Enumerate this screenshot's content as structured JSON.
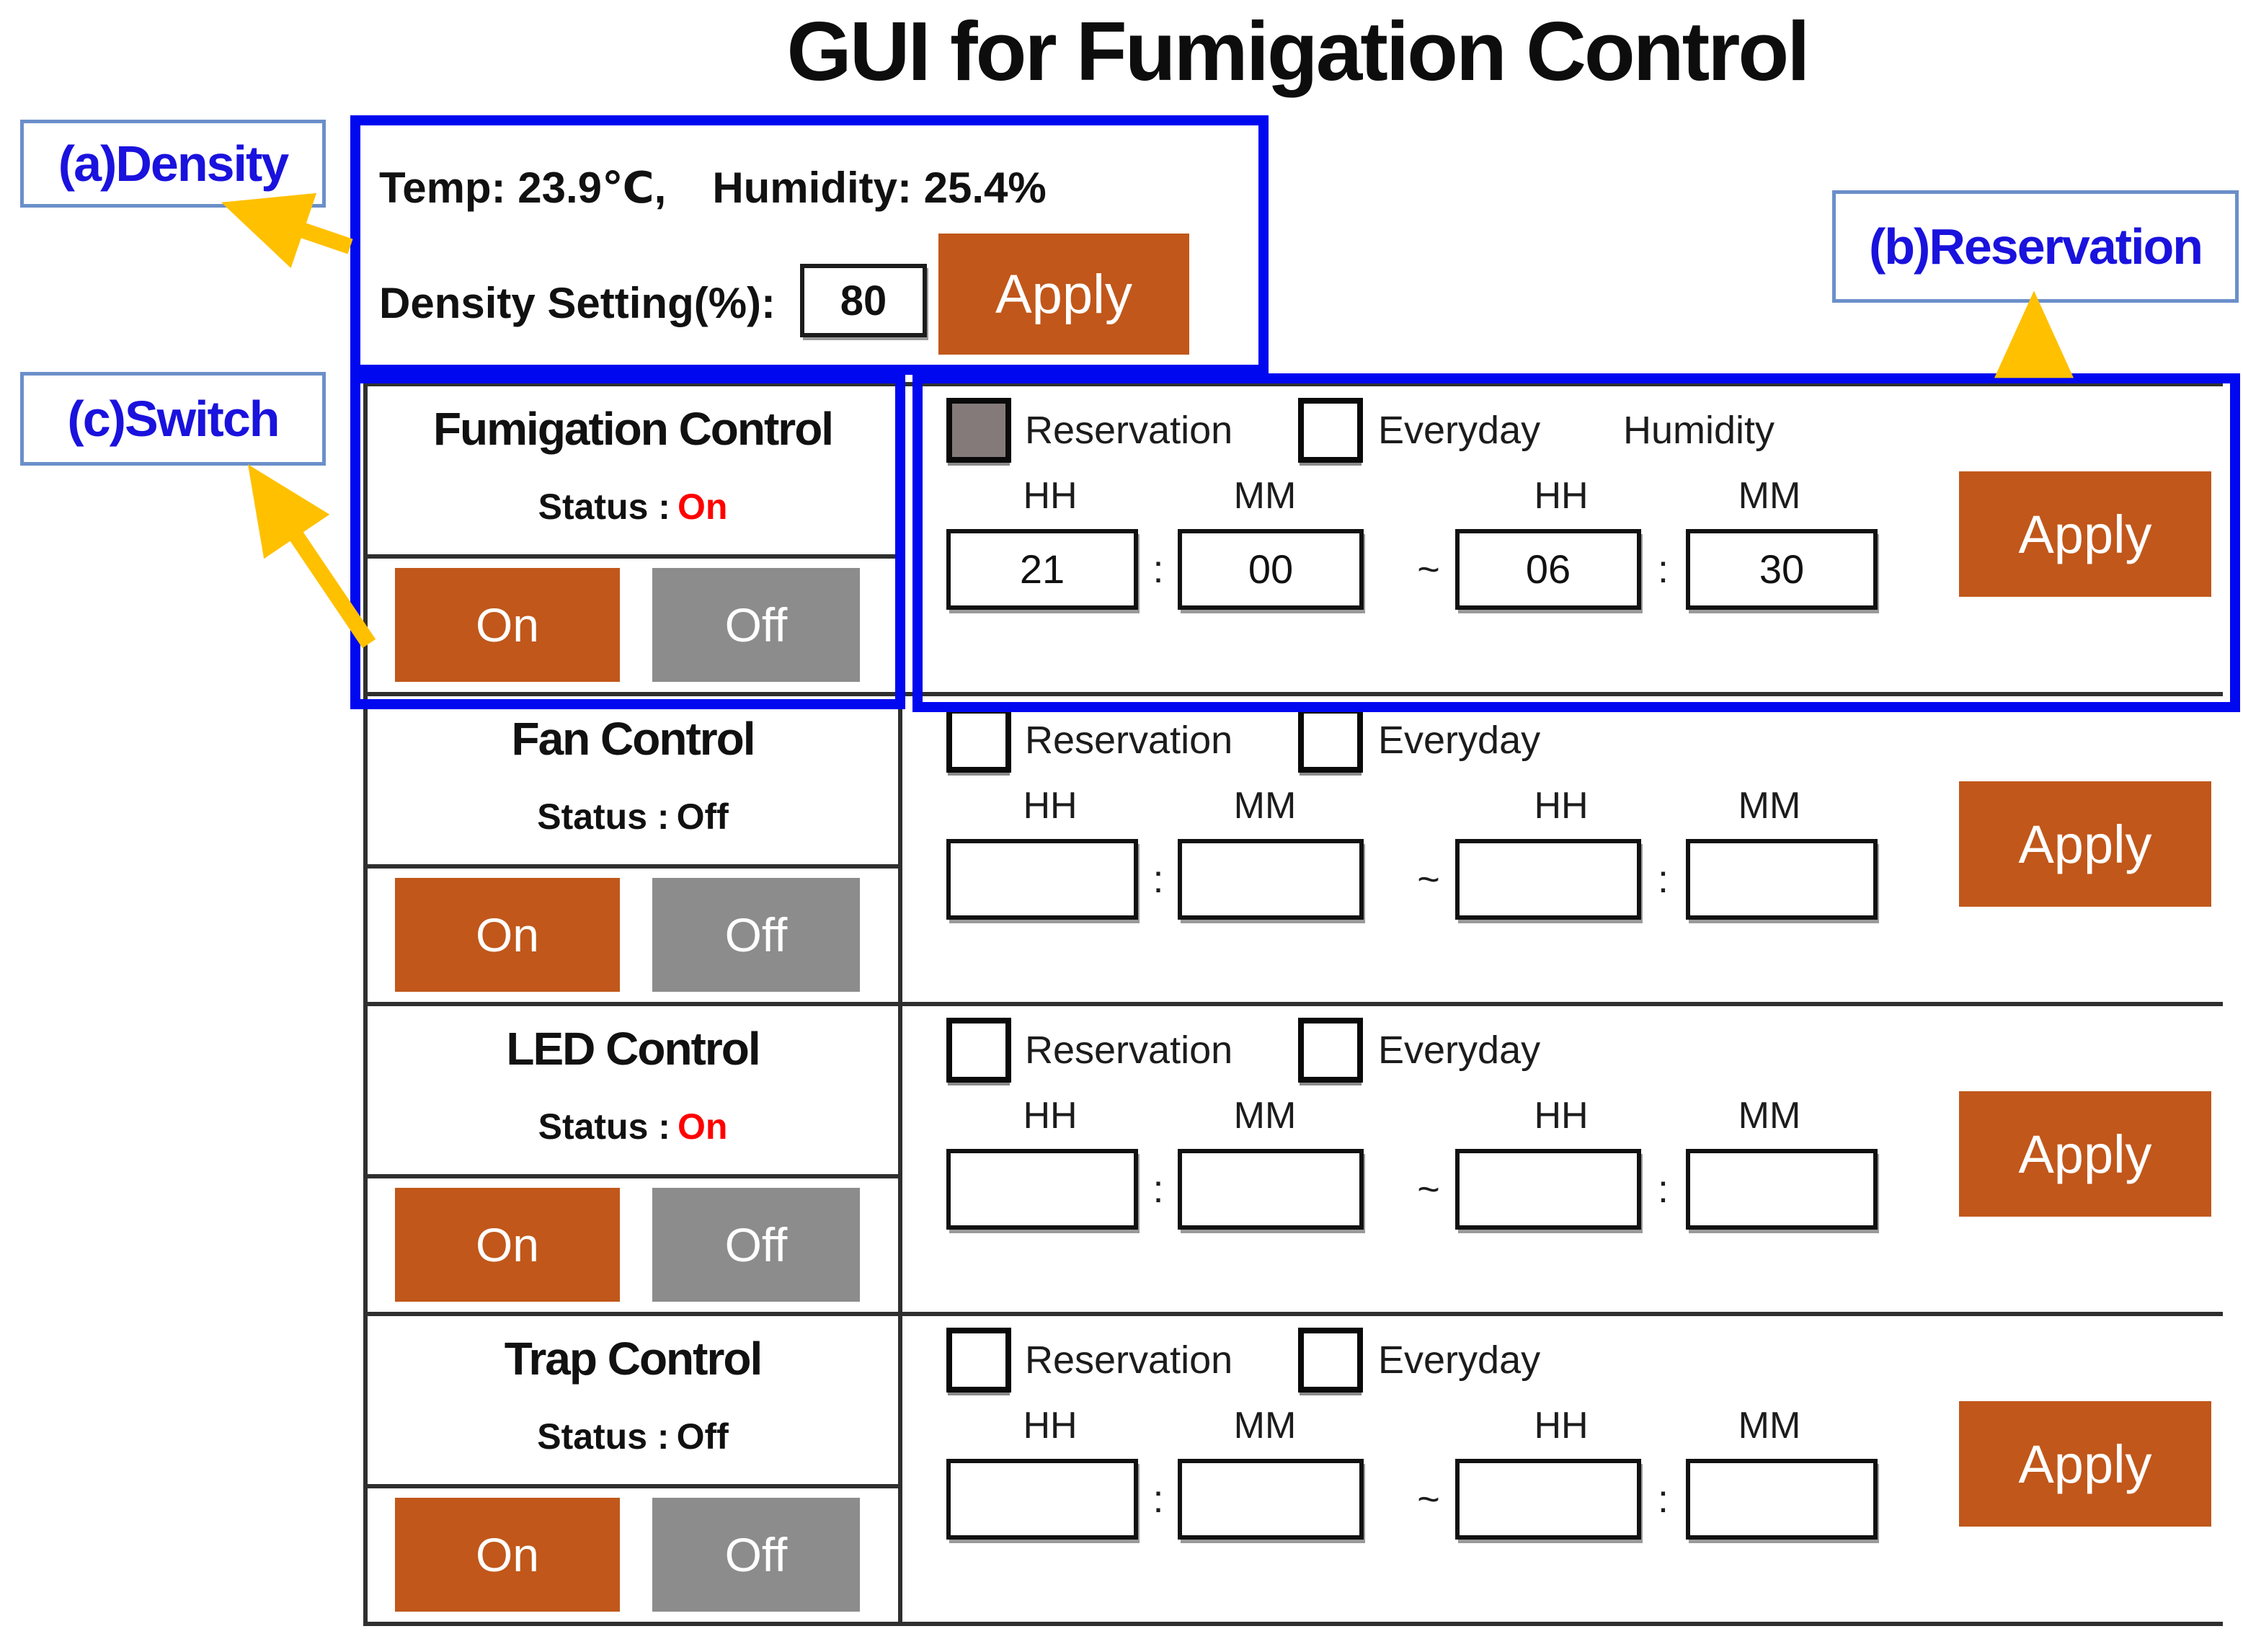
{
  "title": "GUI for Fumigation Control",
  "annotations": {
    "a_label": "(a)Density",
    "b_label": "(b)Reservation",
    "c_label": "(c)Switch"
  },
  "density_panel": {
    "temp": "Temp: 23.9℃,",
    "humidity": "Humidity: 25.4%",
    "setting_label": "Density Setting(%):",
    "setting_value": "80",
    "apply_label": "Apply"
  },
  "switch_labels": {
    "on": "On",
    "off": "Off"
  },
  "controls": [
    {
      "name": "Fumigation Control",
      "status_label": "Status :",
      "status": "On",
      "res": {
        "reservation": "Reservation",
        "reservation_checked": true,
        "everyday": "Everyday",
        "everyday_checked": false,
        "humidity": "Humidity",
        "hh": "HH",
        "mm": "MM",
        "start_hh": "21",
        "start_mm": "00",
        "end_hh": "06",
        "end_mm": "30",
        "colon": ":",
        "tilde": "~",
        "apply": "Apply"
      }
    },
    {
      "name": "Fan Control",
      "status_label": "Status :",
      "status": "Off",
      "res": {
        "reservation": "Reservation",
        "reservation_checked": false,
        "everyday": "Everyday",
        "everyday_checked": false,
        "hh": "HH",
        "mm": "MM",
        "start_hh": "",
        "start_mm": "",
        "end_hh": "",
        "end_mm": "",
        "colon": ":",
        "tilde": "~",
        "apply": "Apply"
      }
    },
    {
      "name": "LED Control",
      "status_label": "Status :",
      "status": "On",
      "res": {
        "reservation": "Reservation",
        "reservation_checked": false,
        "everyday": "Everyday",
        "everyday_checked": false,
        "hh": "HH",
        "mm": "MM",
        "start_hh": "",
        "start_mm": "",
        "end_hh": "",
        "end_mm": "",
        "colon": ":",
        "tilde": "~",
        "apply": "Apply"
      }
    },
    {
      "name": "Trap Control",
      "status_label": "Status :",
      "status": "Off",
      "res": {
        "reservation": "Reservation",
        "reservation_checked": false,
        "everyday": "Everyday",
        "everyday_checked": false,
        "hh": "HH",
        "mm": "MM",
        "start_hh": "",
        "start_mm": "",
        "end_hh": "",
        "end_mm": "",
        "colon": ":",
        "tilde": "~",
        "apply": "Apply"
      }
    }
  ],
  "colors": {
    "accent_orange": "#c1571a",
    "annotation_blue": "#0008f0",
    "annotation_text_blue": "#1a12dd",
    "arrow_yellow": "#ffc000",
    "status_on_red": "#ff0000",
    "off_gray": "#8c8c8c",
    "checkbox_gray": "#857a7a"
  }
}
